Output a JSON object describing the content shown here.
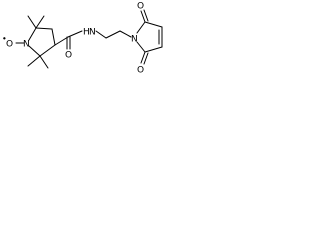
{
  "molecule": {
    "atoms": {
      "nitroxide_oxygen": "O",
      "radical_dot": "•",
      "ring_nitrogen": "N",
      "amide_nh": "H",
      "amide_n": "N",
      "amide_oxygen": "O",
      "maleimide_nitrogen": "N",
      "maleimide_oxygen_top": "O",
      "maleimide_oxygen_bottom": "O"
    }
  }
}
